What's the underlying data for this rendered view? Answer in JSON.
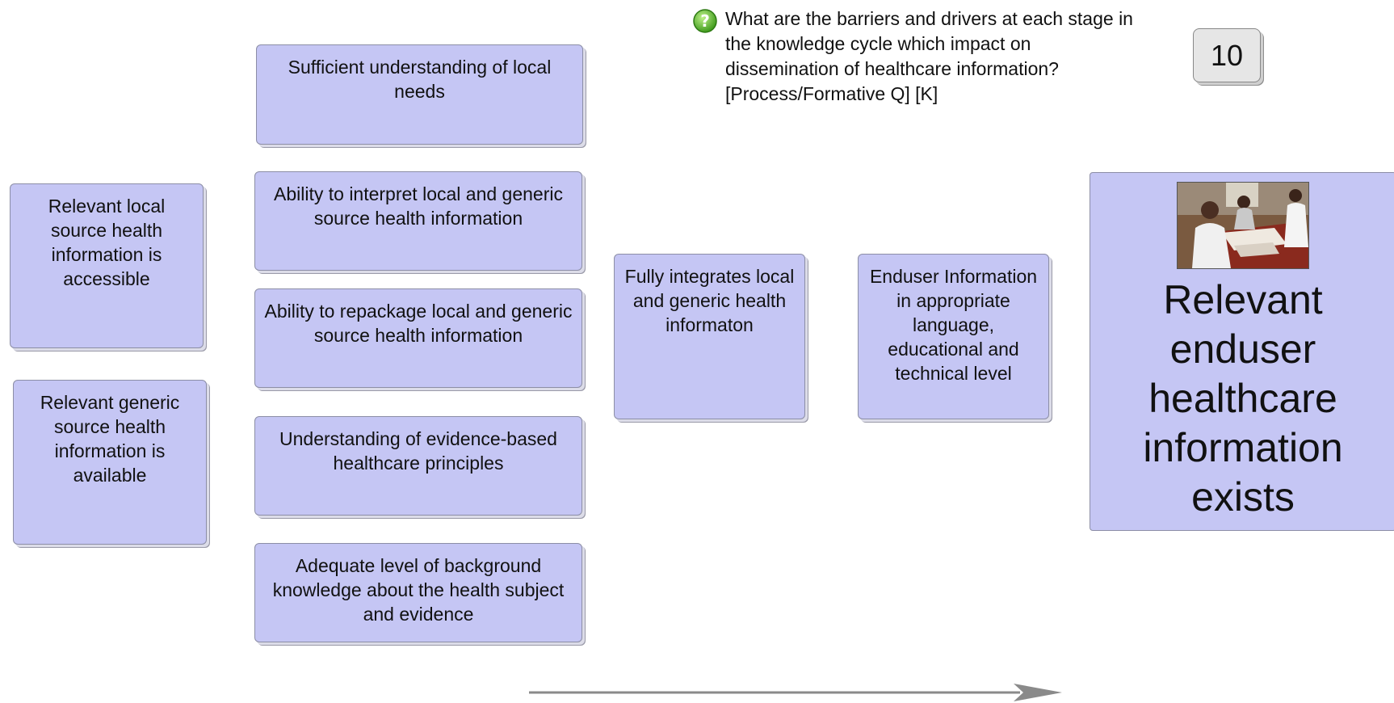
{
  "question": {
    "text": "What are the barriers and drivers at each stage in the knowledge cycle which impact on dissemination of healthcare information? [Process/Formative Q] [K]",
    "icon": "question-icon"
  },
  "badge": {
    "number": "10"
  },
  "nodes": {
    "local_accessible": "Relevant local source health information is accessible",
    "generic_available": "Relevant generic source health information is available",
    "local_needs": "Sufficient understanding of local needs",
    "interpret": "Ability to interpret local and generic source health information",
    "repackage": "Ability to repackage local and generic source health information",
    "evidence_principles": "Understanding of evidence-based healthcare principles",
    "background_knowledge": "Adequate level of background knowledge about the health subject and evidence",
    "integrates": "Fully integrates local and generic health informaton",
    "enduser_info": "Enduser Information in appropriate language, educational and technical level"
  },
  "outcome": {
    "title": "Relevant enduser healthcare information exists",
    "image": "photo of health workers reviewing documents at a table"
  },
  "colors": {
    "node_fill": "#c5c6f4",
    "node_border": "#8c8ea6",
    "arrow": "#8a8a8a"
  }
}
